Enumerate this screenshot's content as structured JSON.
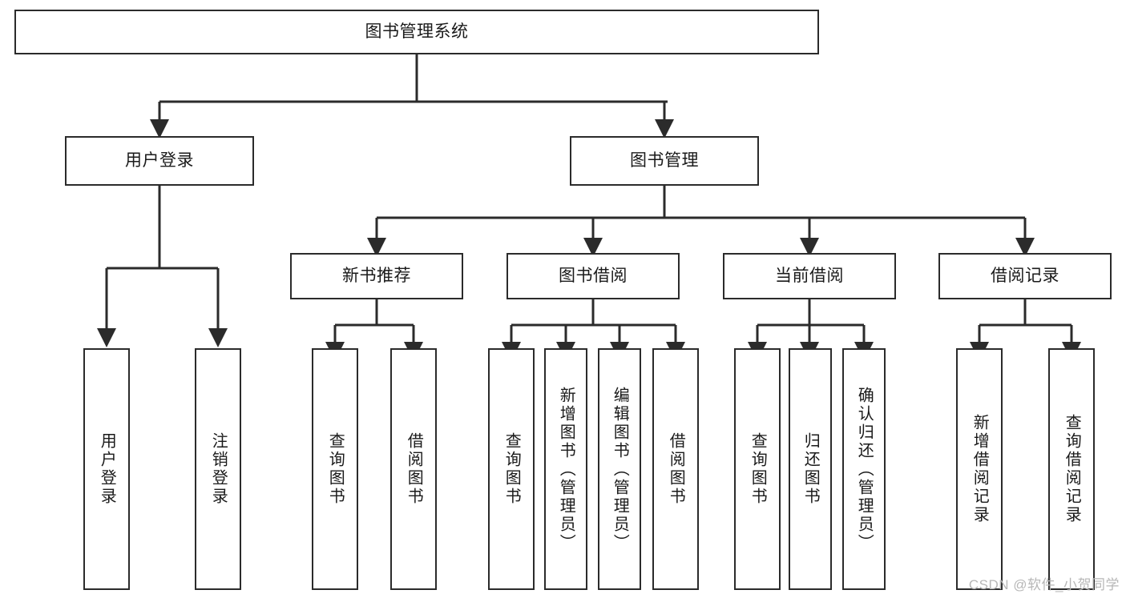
{
  "diagram": {
    "title": "图书管理系统",
    "type": "hierarchy-tree",
    "colors": {
      "line": "#2b2b2b",
      "box_border": "#2b2b2b",
      "background": "#ffffff",
      "text": "#1a1a1a",
      "watermark": "#b7b7b7"
    },
    "root": {
      "label": "图书管理系统"
    },
    "level2": [
      {
        "label": "用户登录"
      },
      {
        "label": "图书管理"
      }
    ],
    "level3": [
      {
        "label": "新书推荐"
      },
      {
        "label": "图书借阅"
      },
      {
        "label": "当前借阅"
      },
      {
        "label": "借阅记录"
      }
    ],
    "leaves": {
      "user_login": [
        {
          "label": "用户登录"
        },
        {
          "label": "注销登录"
        }
      ],
      "new_book_recommend": [
        {
          "label": "查询图书"
        },
        {
          "label": "借阅图书"
        }
      ],
      "book_borrow": [
        {
          "label": "查询图书"
        },
        {
          "label": "新增图书（管理员）"
        },
        {
          "label": "编辑图书（管理员）"
        },
        {
          "label": "借阅图书"
        }
      ],
      "current_borrow": [
        {
          "label": "查询图书"
        },
        {
          "label": "归还图书"
        },
        {
          "label": "确认归还（管理员）"
        }
      ],
      "borrow_record": [
        {
          "label": "新增借阅记录"
        },
        {
          "label": "查询借阅记录"
        }
      ]
    }
  },
  "watermark": {
    "text": "CSDN @软件_小贺同学"
  }
}
